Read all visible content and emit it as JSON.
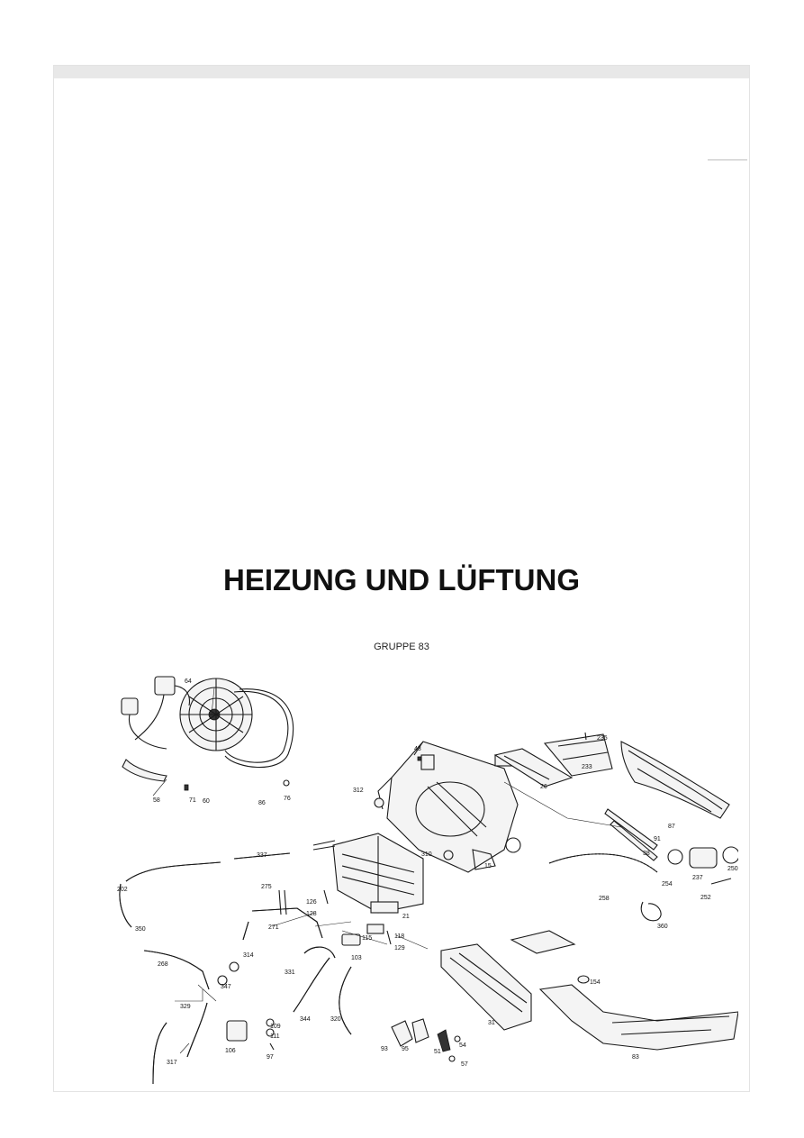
{
  "document": {
    "title": "HEIZUNG UND LÜFTUNG",
    "group": "GRUPPE 83"
  },
  "diagram": {
    "part_numbers": [
      "64",
      "60",
      "86",
      "58",
      "71",
      "76",
      "43",
      "312",
      "310",
      "15",
      "26",
      "233",
      "235",
      "87",
      "91",
      "38",
      "237",
      "250",
      "254",
      "252",
      "258",
      "360",
      "337",
      "202",
      "350",
      "268",
      "347",
      "329",
      "106",
      "109",
      "111",
      "97",
      "317",
      "275",
      "126",
      "128",
      "271",
      "314",
      "331",
      "21",
      "115",
      "118",
      "129",
      "103",
      "344",
      "320",
      "154",
      "31",
      "93",
      "95",
      "51",
      "54",
      "57",
      "83"
    ]
  }
}
